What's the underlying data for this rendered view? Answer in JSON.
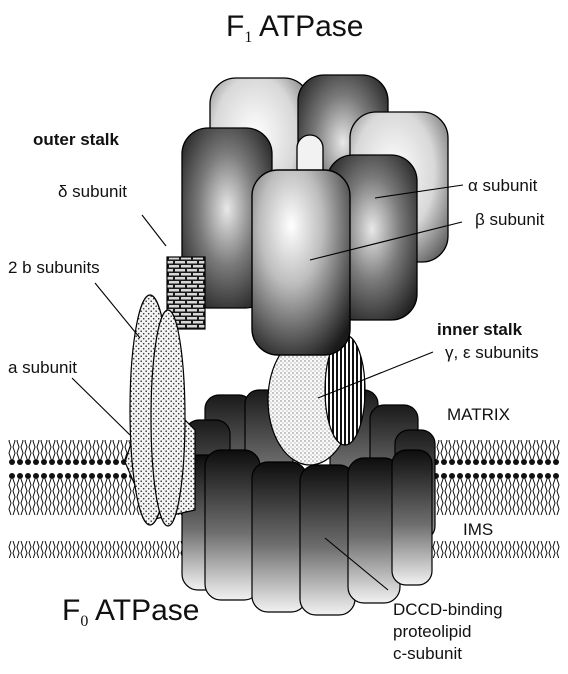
{
  "diagram": {
    "title_top": {
      "main": "F",
      "sub": "1",
      "rest": " ATPase"
    },
    "title_bottom": {
      "main": "F",
      "sub": "0",
      "rest": " ATPase"
    },
    "labels": {
      "outer_stalk": "outer stalk",
      "delta_subunit": "δ subunit",
      "b_subunits": "2 b subunits",
      "a_subunit": "a subunit",
      "alpha_subunit": "α subunit",
      "beta_subunit": "β subunit",
      "inner_stalk": "inner stalk",
      "gamma_epsilon": "γ, ε  subunits",
      "matrix": "MATRIX",
      "ims": "IMS",
      "dccd_line1": "DCCD-binding",
      "dccd_line2": "proteolipid",
      "dccd_line3": "c-subunit"
    }
  }
}
